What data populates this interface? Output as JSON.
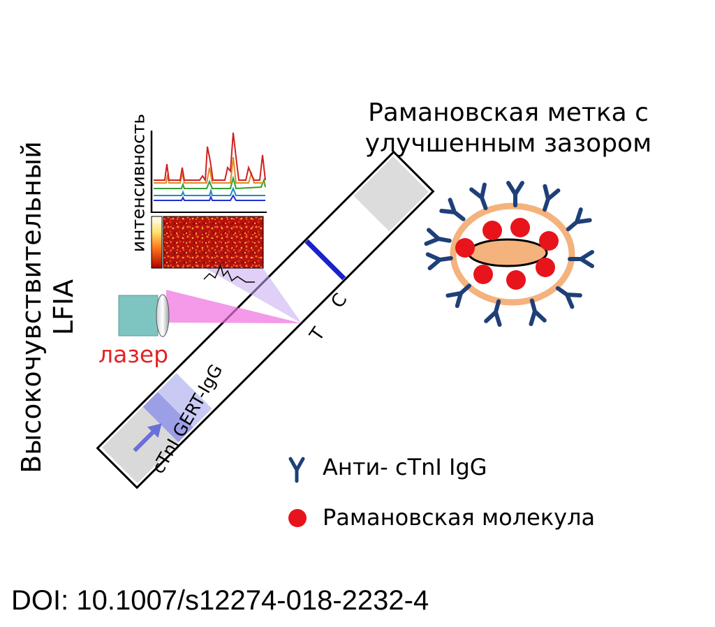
{
  "left_title_line1": "Высокочувствительный",
  "left_title_line2": "LFIA",
  "spectrum_ylabel": "интенсивность",
  "raman_tag_title_line1": "Рамановская метка с",
  "raman_tag_title_line2": "улучшенным зазором",
  "laser_label": "лазер",
  "strip_conjugate_label": "cTnI GERT-IgG",
  "strip_test_label": "T",
  "strip_control_label": "C",
  "legend": [
    {
      "icon": "antibody-icon",
      "label": "Анти- cTnI IgG"
    },
    {
      "icon": "red-dot-icon",
      "label": "Рамановская молекула"
    }
  ],
  "doi": "DOI: 10.1007/s12274-018-2232-4",
  "colors": {
    "antibody": "#1f3f78",
    "raman_molecule": "#e8141c",
    "shell": "#f4b27c",
    "laser_label": "#e02424",
    "test_line": "#1a22c8",
    "laser_beam": "#ef6fe0"
  }
}
